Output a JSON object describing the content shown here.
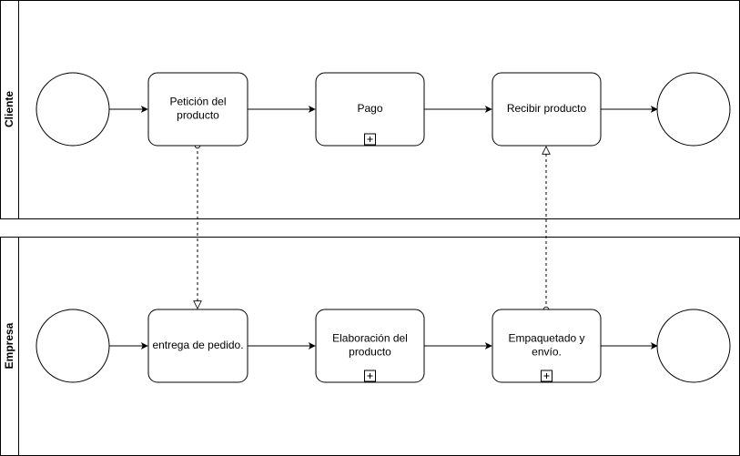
{
  "lanes": [
    {
      "id": "cliente",
      "label": "Cliente"
    },
    {
      "id": "empresa",
      "label": "Empresa"
    }
  ],
  "tasks": {
    "peticion": {
      "lines": [
        "Petición del",
        "producto"
      ],
      "subprocess": false
    },
    "pago": {
      "lines": [
        "Pago"
      ],
      "subprocess": true
    },
    "recibir": {
      "lines": [
        "Recibir producto"
      ],
      "subprocess": false
    },
    "entrega": {
      "lines": [
        "entrega de pedido."
      ],
      "subprocess": false
    },
    "elaboracion": {
      "lines": [
        "Elaboración del",
        "producto"
      ],
      "subprocess": true
    },
    "empaquetado": {
      "lines": [
        "Empaquetado y",
        "envío."
      ],
      "subprocess": true
    }
  },
  "colors": {
    "stroke": "#000000",
    "fill": "#ffffff"
  }
}
